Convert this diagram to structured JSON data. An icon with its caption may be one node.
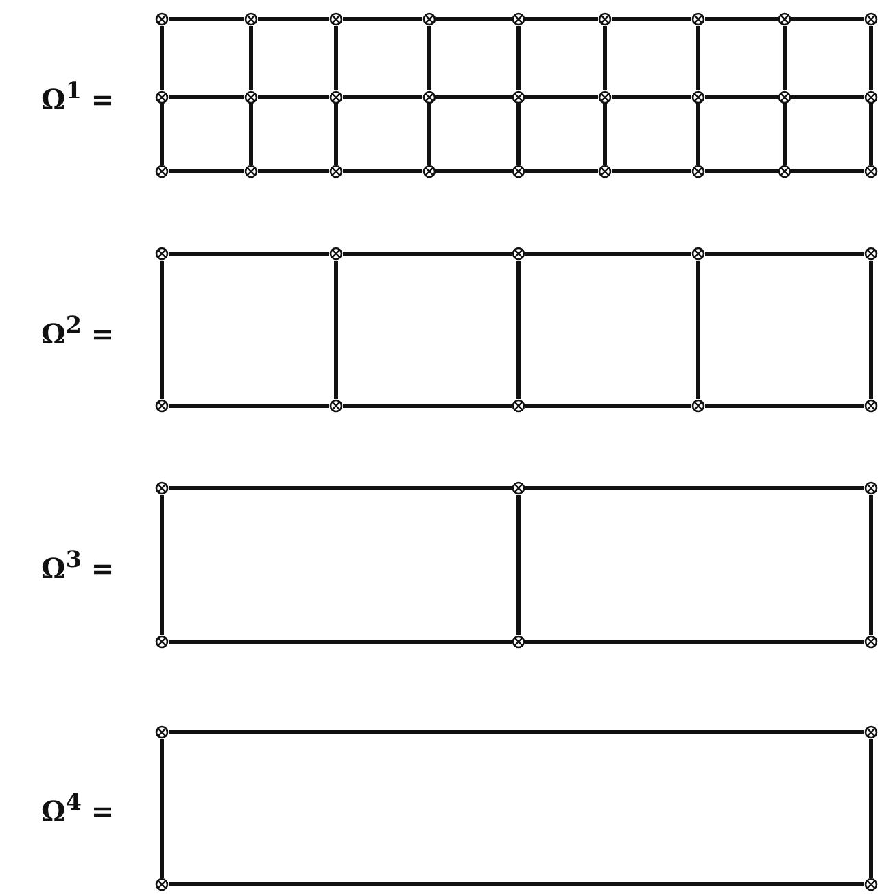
{
  "diagram": {
    "nodes": [
      {
        "text": [],
        "shape": "circle"
      },
      {
        "text": [],
        "shape": "circle"
      },
      {
        "text": [],
        "shape": "circle"
      },
      {
        "text": [],
        "shape": "circle"
      },
      {
        "text": [],
        "shape": "circle"
      },
      {
        "text": [],
        "shape": "circle"
      },
      {
        "text": [],
        "shape": "circle"
      },
      {
        "text": [],
        "shape": "circle"
      },
      {
        "text": [],
        "shape": "circle"
      },
      {
        "text": [],
        "shape": "circle"
      },
      {
        "text": [],
        "shape": "circle"
      },
      {
        "text": [],
        "shape": "circle"
      },
      {
        "text": [],
        "shape": "circle"
      },
      {
        "text": [],
        "shape": "circle"
      },
      {
        "text": [],
        "shape": "circle"
      },
      {
        "text": [],
        "shape": "circle"
      },
      {
        "text": [],
        "shape": "circle"
      },
      {
        "text": [],
        "shape": "circle"
      },
      {
        "text": [],
        "shape": "circle"
      },
      {
        "text": [],
        "shape": "circle"
      },
      {
        "text": [],
        "shape": "circle"
      },
      {
        "text": [],
        "shape": "circle"
      },
      {
        "text": [],
        "shape": "circle"
      },
      {
        "text": [],
        "shape": "circle"
      },
      {
        "text": [],
        "shape": "circle"
      },
      {
        "text": [],
        "shape": "circle"
      },
      {
        "text": [],
        "shape": "circle"
      },
      {
        "text": [],
        "shape": "circle"
      },
      {
        "text": [],
        "shape": "circle"
      },
      {
        "text": [],
        "shape": "circle"
      },
      {
        "text": [],
        "shape": "circle"
      },
      {
        "text": [],
        "shape": "circle"
      },
      {
        "text": [],
        "shape": "circle"
      },
      {
        "text": [],
        "shape": "circle"
      },
      {
        "text": [],
        "shape": "circle"
      },
      {
        "text": [],
        "shape": "circle"
      },
      {
        "text": [],
        "shape": "circle"
      },
      {
        "text": [],
        "shape": "circle"
      },
      {
        "text": [],
        "shape": "circle"
      },
      {
        "text": [],
        "shape": "circle"
      },
      {
        "text": [],
        "shape": "circle"
      },
      {
        "text": [],
        "shape": "circle"
      },
      {
        "text": [],
        "shape": "circle"
      },
      {
        "text": [],
        "shape": "circle"
      },
      {
        "text": [],
        "shape": "circle"
      },
      {
        "text": [],
        "shape": "circle"
      },
      {
        "text": [],
        "shape": "circle"
      }
    ],
    "edges": [
      {
        "from": 0,
        "to": 1,
        "arrow": "none"
      },
      {
        "from": 1,
        "to": 2,
        "arrow": "none"
      },
      {
        "from": 2,
        "to": 3,
        "arrow": "none"
      },
      {
        "from": 3,
        "to": 4,
        "arrow": "none"
      },
      {
        "from": 4,
        "to": 5,
        "arrow": "none"
      },
      {
        "from": 5,
        "to": 6,
        "arrow": "none"
      },
      {
        "from": 6,
        "to": 7,
        "arrow": "none"
      },
      {
        "from": 7,
        "to": 8,
        "arrow": "none"
      },
      {
        "from": 9,
        "to": 10,
        "arrow": "none"
      },
      {
        "from": 10,
        "to": 11,
        "arrow": "none"
      },
      {
        "from": 11,
        "to": 12,
        "arrow": "none"
      },
      {
        "from": 12,
        "to": 13,
        "arrow": "none"
      },
      {
        "from": 13,
        "to": 14,
        "arrow": "none"
      },
      {
        "from": 14,
        "to": 15,
        "arrow": "none"
      },
      {
        "from": 15,
        "to": 16,
        "arrow": "none"
      },
      {
        "from": 16,
        "to": 17,
        "arrow": "none"
      },
      {
        "from": 18,
        "to": 19,
        "arrow": "none"
      },
      {
        "from": 19,
        "to": 20,
        "arrow": "none"
      },
      {
        "from": 20,
        "to": 21,
        "arrow": "none"
      },
      {
        "from": 21,
        "to": 22,
        "arrow": "none"
      },
      {
        "from": 22,
        "to": 23,
        "arrow": "none"
      },
      {
        "from": 23,
        "to": 24,
        "arrow": "none"
      },
      {
        "from": 24,
        "to": 25,
        "arrow": "none"
      },
      {
        "from": 25,
        "to": 26,
        "arrow": "none"
      },
      {
        "from": 0,
        "to": 9,
        "arrow": "none"
      },
      {
        "from": 1,
        "to": 10,
        "arrow": "none"
      },
      {
        "from": 2,
        "to": 11,
        "arrow": "none"
      },
      {
        "from": 3,
        "to": 12,
        "arrow": "none"
      },
      {
        "from": 4,
        "to": 13,
        "arrow": "none"
      },
      {
        "from": 5,
        "to": 14,
        "arrow": "none"
      },
      {
        "from": 6,
        "to": 15,
        "arrow": "none"
      },
      {
        "from": 7,
        "to": 16,
        "arrow": "none"
      },
      {
        "from": 8,
        "to": 17,
        "arrow": "none"
      },
      {
        "from": 9,
        "to": 18,
        "arrow": "none"
      },
      {
        "from": 10,
        "to": 19,
        "arrow": "none"
      },
      {
        "from": 11,
        "to": 20,
        "arrow": "none"
      },
      {
        "from": 12,
        "to": 21,
        "arrow": "none"
      },
      {
        "from": 13,
        "to": 22,
        "arrow": "none"
      },
      {
        "from": 14,
        "to": 23,
        "arrow": "none"
      },
      {
        "from": 15,
        "to": 24,
        "arrow": "none"
      },
      {
        "from": 16,
        "to": 25,
        "arrow": "none"
      },
      {
        "from": 17,
        "to": 26,
        "arrow": "none"
      },
      {
        "from": 27,
        "to": 28,
        "arrow": "none"
      },
      {
        "from": 28,
        "to": 29,
        "arrow": "none"
      },
      {
        "from": 29,
        "to": 30,
        "arrow": "none"
      },
      {
        "from": 30,
        "to": 31,
        "arrow": "none"
      },
      {
        "from": 32,
        "to": 33,
        "arrow": "none"
      },
      {
        "from": 33,
        "to": 34,
        "arrow": "none"
      },
      {
        "from": 34,
        "to": 35,
        "arrow": "none"
      },
      {
        "from": 35,
        "to": 36,
        "arrow": "none"
      },
      {
        "from": 27,
        "to": 32,
        "arrow": "none"
      },
      {
        "from": 28,
        "to": 33,
        "arrow": "none"
      },
      {
        "from": 29,
        "to": 34,
        "arrow": "none"
      },
      {
        "from": 30,
        "to": 35,
        "arrow": "none"
      },
      {
        "from": 31,
        "to": 36,
        "arrow": "none"
      },
      {
        "from": 37,
        "to": 38,
        "arrow": "none"
      },
      {
        "from": 38,
        "to": 39,
        "arrow": "none"
      },
      {
        "from": 40,
        "to": 41,
        "arrow": "none"
      },
      {
        "from": 41,
        "to": 42,
        "arrow": "none"
      },
      {
        "from": 37,
        "to": 40,
        "arrow": "none"
      },
      {
        "from": 38,
        "to": 41,
        "arrow": "none"
      },
      {
        "from": 39,
        "to": 42,
        "arrow": "none"
      },
      {
        "from": 43,
        "to": 44,
        "arrow": "none"
      },
      {
        "from": 45,
        "to": 46,
        "arrow": "none"
      },
      {
        "from": 43,
        "to": 45,
        "arrow": "none"
      },
      {
        "from": 44,
        "to": 46,
        "arrow": "none"
      }
    ],
    "labels": [
      "Ω$^{1}$ =",
      "Ω$^{2}$ =",
      "Ω$^{3}$ =",
      "Ω$^{4}$ ="
    ]
  }
}
